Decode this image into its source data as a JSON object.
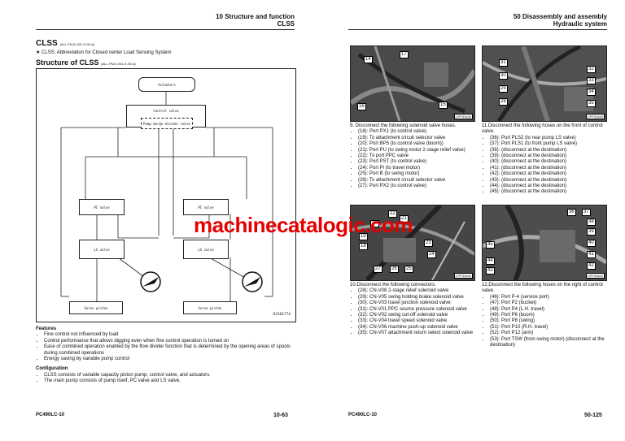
{
  "left": {
    "header_section": "10 Structure and function",
    "header_sub": "CLSS",
    "title": "CLSS",
    "title_ref": "(ALL-PNJ1-001-K-00-A)",
    "abbrev": "★ CLSS: Abbreviation for Closed center Load Sensing System",
    "structure_title": "Structure of CLSS",
    "structure_ref": "(ALL-PNJ1-041-K-09-A)",
    "diagram": {
      "actuators": "Actuators",
      "control_valve": "Control valve",
      "pump_merge": "Pump merge-divider valve",
      "pc_valve_l": "PC valve",
      "pc_valve_r": "PC valve",
      "ls_valve_l": "LS valve",
      "ls_valve_r": "LS valve",
      "servo_l": "Servo piston",
      "servo_r": "Servo piston",
      "code": "9JS01774"
    },
    "features_title": "Features",
    "features": [
      "Fine control not influenced by load",
      "Control performance that allows digging even when fine control operation is turned on",
      "Ease of combined operation enabled by the flow divider function that is determined by the opening areas of spools during combined operations",
      "Energy saving by variable pump control"
    ],
    "config_title": "Configuration",
    "config": [
      "CLSS consists of variable capacity piston pump, control valve, and actuators.",
      "The main pump consists of pump itself, PC valve and LS valve."
    ],
    "footer_model": "PC490LC-10",
    "footer_page": "10-63"
  },
  "right": {
    "header_section": "50 Disassembly and assembly",
    "header_sub": "Hydraulic system",
    "photo1": {
      "labels": [
        "14",
        "17",
        "16",
        "15"
      ],
      "code": "CPP33448"
    },
    "photo2": {
      "labels": [
        "31",
        "30",
        "29",
        "28",
        "32",
        "33",
        "34",
        "35"
      ],
      "code": "CPP33449"
    },
    "photo3": {
      "labels": [
        "22",
        "20",
        "21",
        "19",
        "18",
        "23",
        "24",
        "27",
        "26",
        "25"
      ],
      "code": "CPP33449"
    },
    "photo4": {
      "labels": [
        "36",
        "37",
        "38",
        "39",
        "45",
        "40",
        "41",
        "44",
        "43",
        "42"
      ],
      "code": "CPP33462"
    },
    "step9_title": "9. Disconnect the following solenoid valve hoses.",
    "step9": [
      "(18): Port PX1 (to control valve)",
      "(19): To attachment circuit selector valve",
      "(20): Port BP5 (to control valve (boom))",
      "(21): Port PU (to swing motor 2-stage relief valve)",
      "(22): To port PPC valve",
      "(23): Port PST (to control valve)",
      "(24): Port Pi (to travel motor)",
      "(25): Port B (to swing motor)",
      "(26): To attachment circuit selector valve",
      "(27): Port PX2 (to control valve)"
    ],
    "step11_title": "11.Disconnect the following hoses on the front of control valve.",
    "step11": [
      "(36): Port PLS2 (to rear pump LS valve)",
      "(37): Port PLS1 (to front pump LS valve)",
      "(38): (disconnect at the destination)",
      "(39): (disconnect at the destination)",
      "(40): (disconnect at the destination)",
      "(41): (disconnect at the destination)",
      "(42): (disconnect at the destination)",
      "(43): (disconnect at the destination)",
      "(44): (disconnect at the destination)",
      "(45): (disconnect at the destination)"
    ],
    "step10_title": "10.Disconnect the following connectors.",
    "step10": [
      "(28): CN-V08 2-stage relief solenoid valve",
      "(29): CN-V05 swing holding brake solenoid valve",
      "(30): CN-V03 travel junction solenoid valve",
      "(31): CN-V01 PPC source pressure solenoid valve",
      "(32): CN-V02 swing cut-off solenoid valve",
      "(33): CN-V04 travel speed solenoid valve",
      "(34): CN-V06 machine push-up solenoid valve",
      "(35): CN-V07 attachment return select solenoid valve"
    ],
    "step12_title": "12.Disconnect the following hoses on the right of control valve.",
    "step12": [
      "(46): Port P-4 (service port)",
      "(47): Port P2 (bucket)",
      "(48): Port P4 (L.H. travel)",
      "(49): Port P6 (boom)",
      "(50): Port P8 (swing)",
      "(51): Port P10 (R.H. travel)",
      "(52): Port P12 (arm)",
      "(53): Port TSW (from swing motor) (disconnect at the destination)"
    ],
    "footer_model": "PC490LC-10",
    "footer_page": "50-125"
  },
  "watermark": "machinecatalogic.com",
  "colors": {
    "watermark": "#e60000",
    "photo_bg": "#3a3a3a"
  }
}
